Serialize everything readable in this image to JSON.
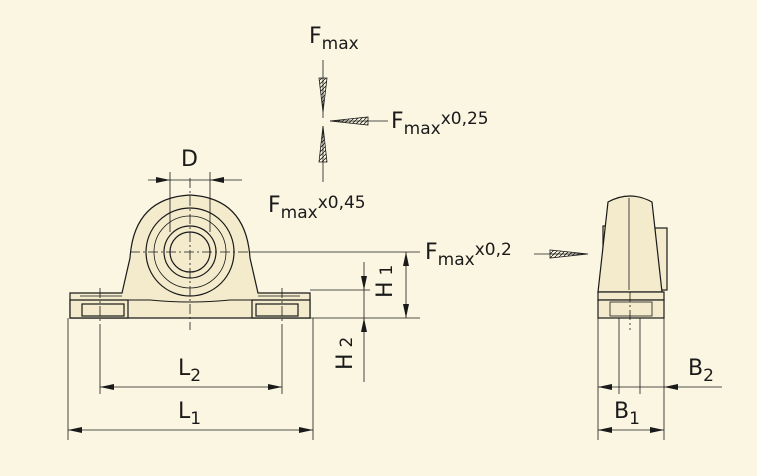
{
  "labels": {
    "fmax_main": "F",
    "fmax_main_sub": "max",
    "fmax_side": "F",
    "fmax_side_sub": "max",
    "fmax_side_factor": "x0,25",
    "fmax_down": "F",
    "fmax_down_sub": "max",
    "fmax_down_factor": "x0,45",
    "fmax_axial": "F",
    "fmax_axial_sub": "max",
    "fmax_axial_factor": "x0,2",
    "d": "D",
    "h1": "H",
    "h1_sub": "1",
    "h2": "H",
    "h2_sub": "2",
    "l1": "L",
    "l1_sub": "1",
    "l2": "L",
    "l2_sub": "2",
    "b1": "B",
    "b1_sub": "1",
    "b2": "B",
    "b2_sub": "2"
  },
  "colors": {
    "background": "#fbf6e2",
    "part_fill": "#f3ebcc",
    "line": "#1a1a1a"
  }
}
